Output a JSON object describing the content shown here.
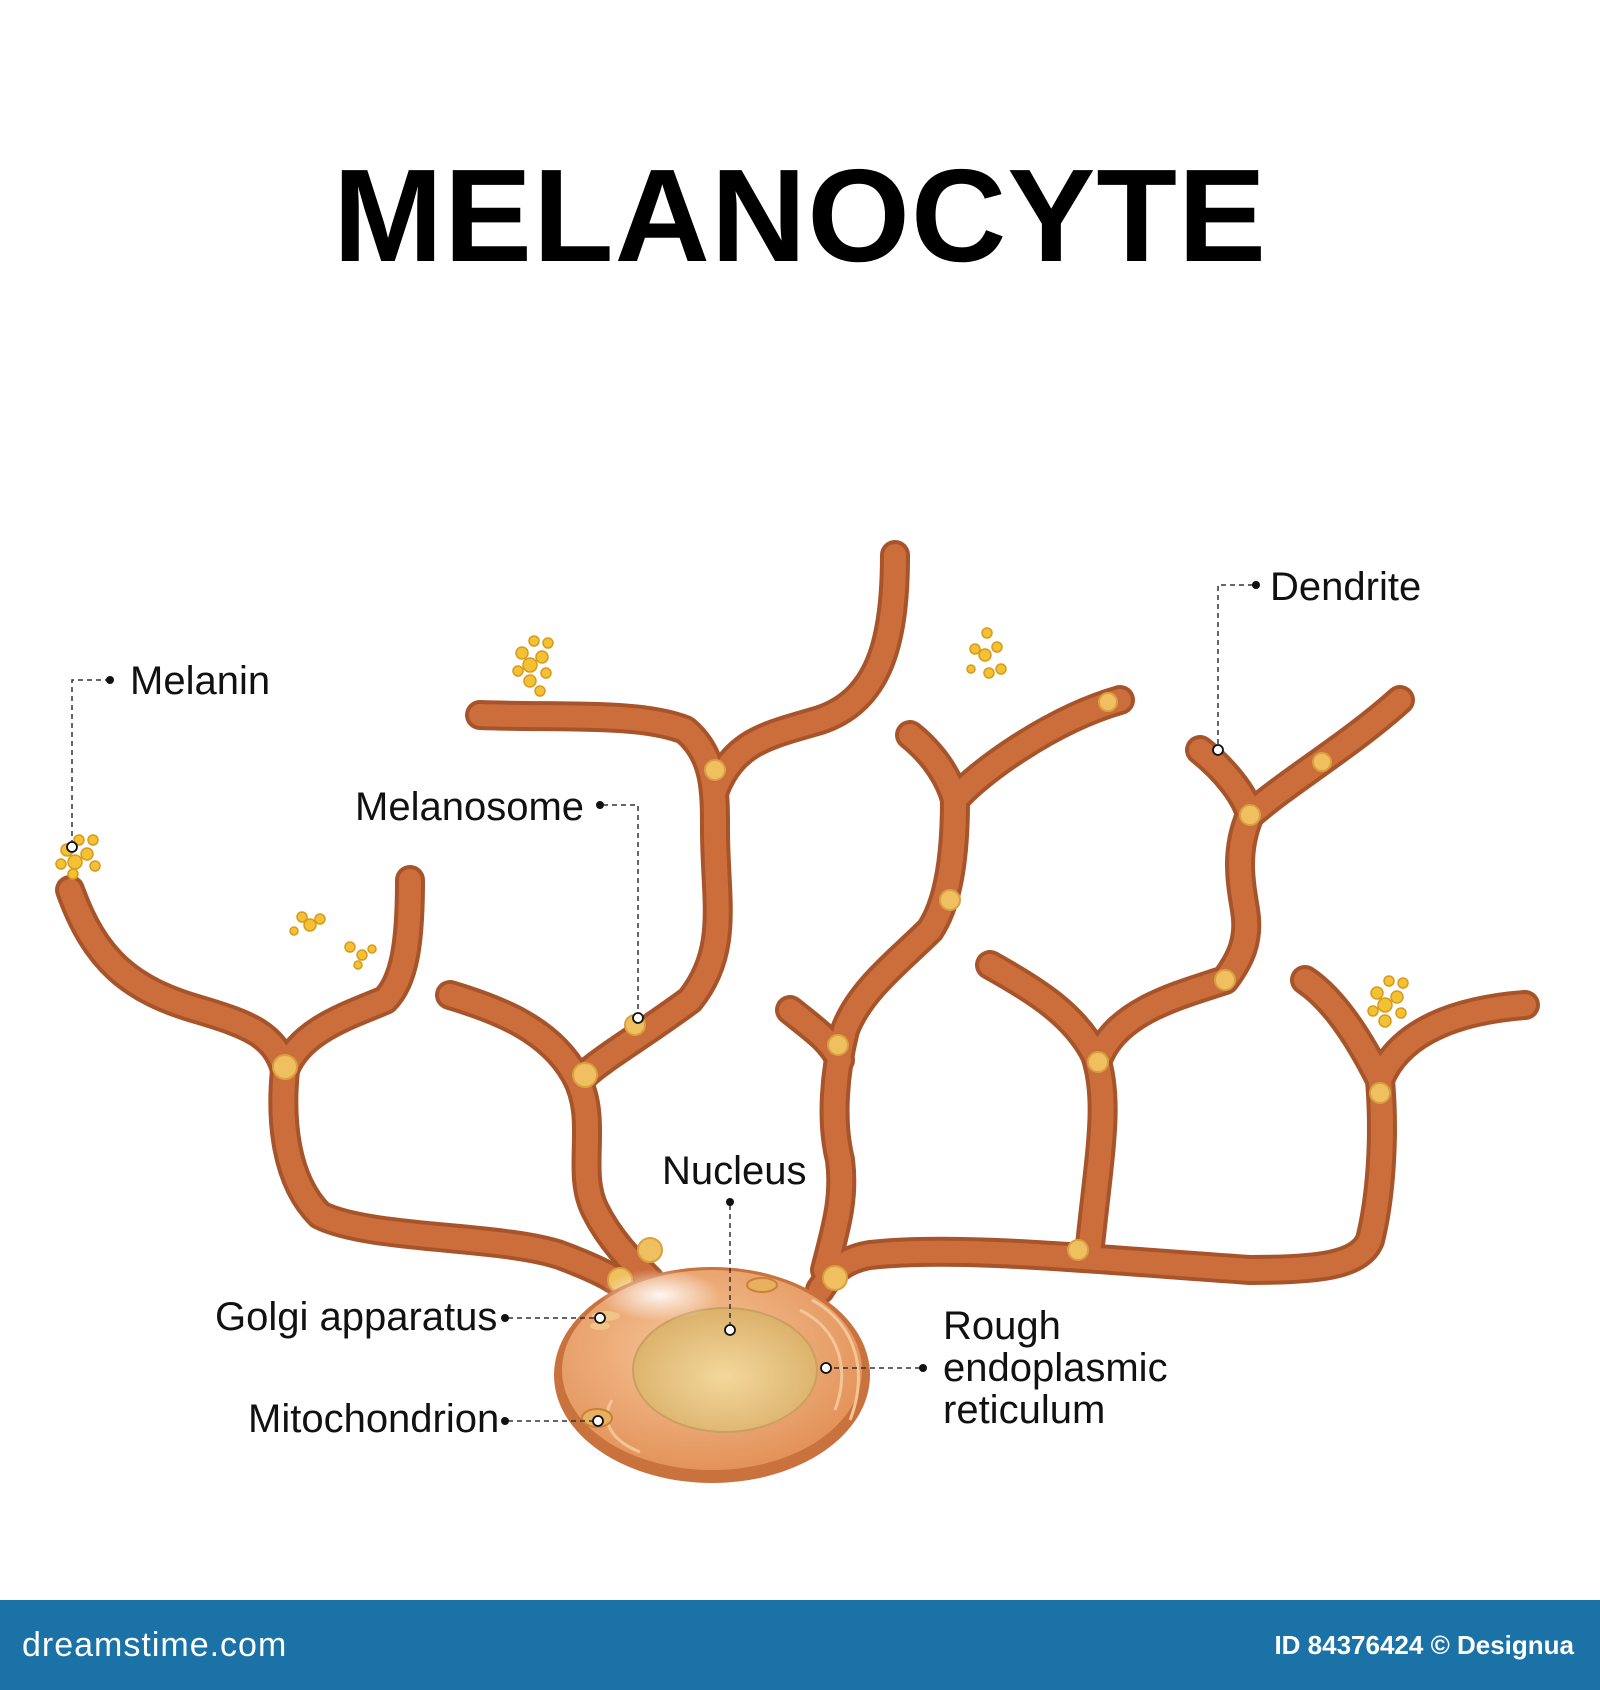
{
  "title": "MELANOCYTE",
  "labels": {
    "melanin": "Melanin",
    "melanosome": "Melanosome",
    "dendrite": "Dendrite",
    "nucleus": "Nucleus",
    "golgi": "Golgi apparatus",
    "mitochondrion": "Mitochondrion",
    "rer_line1": "Rough",
    "rer_line2": "endoplasmic",
    "rer_line3": "reticulum"
  },
  "footer": {
    "brand": "dreamstime.com",
    "credit": "ID 84376424 © Designua"
  },
  "colors": {
    "dendrite": "#c9693a",
    "dendrite_outline": "#a8542b",
    "cell_body": "#e9a064",
    "nucleus": "#e8c17e",
    "melanin": "#f2c234",
    "footer_bg": "#1a72a6"
  }
}
